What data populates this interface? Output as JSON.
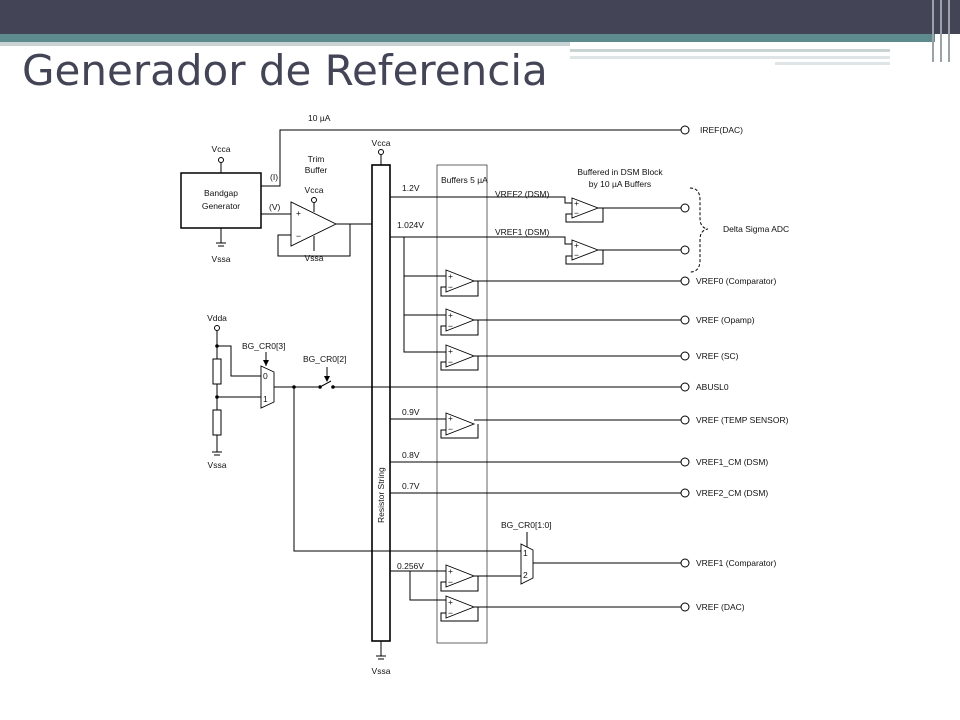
{
  "slide": {
    "title": "Generador de Referencia"
  },
  "diagram": {
    "bandgap": {
      "line1": "Bandgap",
      "line2": "Generator",
      "vcc": "Vcca",
      "vss": "Vssa",
      "i_label": "(I)",
      "v_label": "(V)"
    },
    "trim": {
      "line1": "Trim",
      "line2": "Buffer",
      "vcc": "Vcca",
      "vss": "Vssa"
    },
    "current_label": "10 µA",
    "resistor_string": {
      "label": "Resistor String",
      "vcc": "Vcca",
      "vss": "Vssa"
    },
    "buffers_label": "Buffers 5 µA",
    "dsm_note": {
      "line1": "Buffered in DSM Block",
      "line2": "by 10 µA Buffers"
    },
    "delta_sigma": "Delta Sigma ADC",
    "divider": {
      "vdd": "Vdda",
      "vss": "Vssa"
    },
    "mux_top": {
      "label": "BG_CR0[3]",
      "in0": "0",
      "in1": "1"
    },
    "switch_label": "BG_CR0[2]",
    "mux_bottom": {
      "label": "BG_CR0[1:0]",
      "in1": "1",
      "in2": "2"
    },
    "voltages": {
      "v1_2": "1.2V",
      "v1_024": "1.024V",
      "v0_9": "0.9V",
      "v0_8": "0.8V",
      "v0_7": "0.7V",
      "v0_256": "0.256V"
    },
    "internal": {
      "vref2_dsm": "VREF2 (DSM)",
      "vref1_dsm": "VREF1 (DSM)"
    },
    "outputs": [
      "IREF(DAC)",
      "VREF0 (Comparator)",
      "VREF (Opamp)",
      "VREF (SC)",
      "ABUSL0",
      "VREF (TEMP SENSOR)",
      "VREF1_CM (DSM)",
      "VREF2_CM  (DSM)",
      "VREF1 (Comparator)",
      "VREF (DAC)"
    ]
  }
}
